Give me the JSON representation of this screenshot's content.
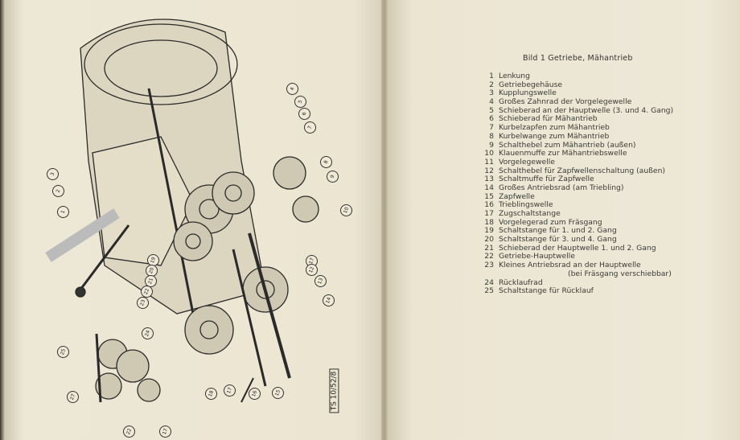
{
  "figure": {
    "title": "Bild 1  Getriebe, Mähantrieb",
    "stamp": "TS 10/52/8",
    "callouts": [
      "4",
      "5",
      "6",
      "7",
      "8",
      "9",
      "10",
      "3",
      "2",
      "1",
      "17",
      "12",
      "13",
      "14",
      "19",
      "20",
      "21",
      "22",
      "23",
      "18",
      "17",
      "16",
      "15",
      "24",
      "25",
      "27",
      "22",
      "17"
    ]
  },
  "legend": [
    {
      "num": "1",
      "text": "Lenkung"
    },
    {
      "num": "2",
      "text": "Getriebegehäuse"
    },
    {
      "num": "3",
      "text": "Kupplungswelle"
    },
    {
      "num": "4",
      "text": "Großes Zahnrad der Vorgelegewelle"
    },
    {
      "num": "5",
      "text": "Schieberad an der Hauptwelle (3. und 4. Gang)"
    },
    {
      "num": "6",
      "text": "Schieberad für Mähantrieb"
    },
    {
      "num": "7",
      "text": "Kurbelzapfen zum Mähantrieb"
    },
    {
      "num": "8",
      "text": "Kurbelwange zum Mähantrieb"
    },
    {
      "num": "9",
      "text": "Schalthebel zum Mähantrieb (außen)"
    },
    {
      "num": "10",
      "text": "Klauenmuffe zur Mähantriebswelle"
    },
    {
      "num": "11",
      "text": "Vorgelegewelle"
    },
    {
      "num": "12",
      "text": "Schalthebel für Zapfwellenschaltung (außen)"
    },
    {
      "num": "13",
      "text": "Schaltmuffe für Zapfwelle"
    },
    {
      "num": "14",
      "text": "Großes Antriebsrad (am Triebling)"
    },
    {
      "num": "15",
      "text": "Zapfwelle"
    },
    {
      "num": "16",
      "text": "Trieblingswelle"
    },
    {
      "num": "17",
      "text": "Zugschaltstange"
    },
    {
      "num": "18",
      "text": "Vorgelegerad zum Fräsgang"
    },
    {
      "num": "19",
      "text": "Schaltstange für 1. und 2. Gang"
    },
    {
      "num": "20",
      "text": "Schaltstange für 3. und 4. Gang"
    },
    {
      "num": "21",
      "text": "Schieberad der Hauptwelle 1. und 2. Gang"
    },
    {
      "num": "22",
      "text": "Getriebe-Hauptwelle"
    },
    {
      "num": "23",
      "text": "Kleines Antriebsrad an der Hauptwelle",
      "cont": "(bei Fräsgang verschiebbar)"
    },
    {
      "num": "24",
      "text": "Rücklaufrad"
    },
    {
      "num": "25",
      "text": "Schaltstange für Rücklauf"
    }
  ]
}
